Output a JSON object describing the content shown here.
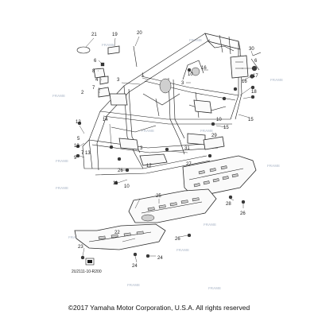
{
  "diagram": {
    "drawing_code": "2U2111-10-R200",
    "watermark": "FRAME",
    "copyright": "©2017 Yamaha Motor Corporation, U.S.A. All rights reserved"
  },
  "callouts": [
    {
      "id": "c21",
      "text": "21"
    },
    {
      "id": "c19",
      "text": "19"
    },
    {
      "id": "c20",
      "text": "20"
    },
    {
      "id": "c6a",
      "text": "6"
    },
    {
      "id": "c8",
      "text": "8"
    },
    {
      "id": "c4",
      "text": "4"
    },
    {
      "id": "c3a",
      "text": "3"
    },
    {
      "id": "c1",
      "text": "1"
    },
    {
      "id": "c7a",
      "text": "7"
    },
    {
      "id": "c2",
      "text": "2"
    },
    {
      "id": "c30",
      "text": "30"
    },
    {
      "id": "c6b",
      "text": "6"
    },
    {
      "id": "c16a",
      "text": "16"
    },
    {
      "id": "c10a",
      "text": "10"
    },
    {
      "id": "c3b",
      "text": "3"
    },
    {
      "id": "c17",
      "text": "17"
    },
    {
      "id": "c16b",
      "text": "16"
    },
    {
      "id": "c18",
      "text": "18"
    },
    {
      "id": "c15a",
      "text": "15"
    },
    {
      "id": "c12a",
      "text": "12"
    },
    {
      "id": "c13a",
      "text": "13"
    },
    {
      "id": "c14",
      "text": "14"
    },
    {
      "id": "c5",
      "text": "5"
    },
    {
      "id": "c15b",
      "text": "15"
    },
    {
      "id": "c29",
      "text": "29"
    },
    {
      "id": "c10b",
      "text": "10"
    },
    {
      "id": "c7b",
      "text": "7"
    },
    {
      "id": "c9",
      "text": "9"
    },
    {
      "id": "c13b",
      "text": "13"
    },
    {
      "id": "c31",
      "text": "31"
    },
    {
      "id": "c3c",
      "text": "3"
    },
    {
      "id": "c26a",
      "text": "26"
    },
    {
      "id": "c12b",
      "text": "12"
    },
    {
      "id": "c27",
      "text": "27"
    },
    {
      "id": "c11",
      "text": "11"
    },
    {
      "id": "c10c",
      "text": "10"
    },
    {
      "id": "c25",
      "text": "25"
    },
    {
      "id": "c28",
      "text": "28"
    },
    {
      "id": "c26b",
      "text": "26"
    },
    {
      "id": "c22",
      "text": "22"
    },
    {
      "id": "c26c",
      "text": "26"
    },
    {
      "id": "c23",
      "text": "23"
    },
    {
      "id": "c24a",
      "text": "24"
    },
    {
      "id": "c24b",
      "text": "24"
    }
  ]
}
